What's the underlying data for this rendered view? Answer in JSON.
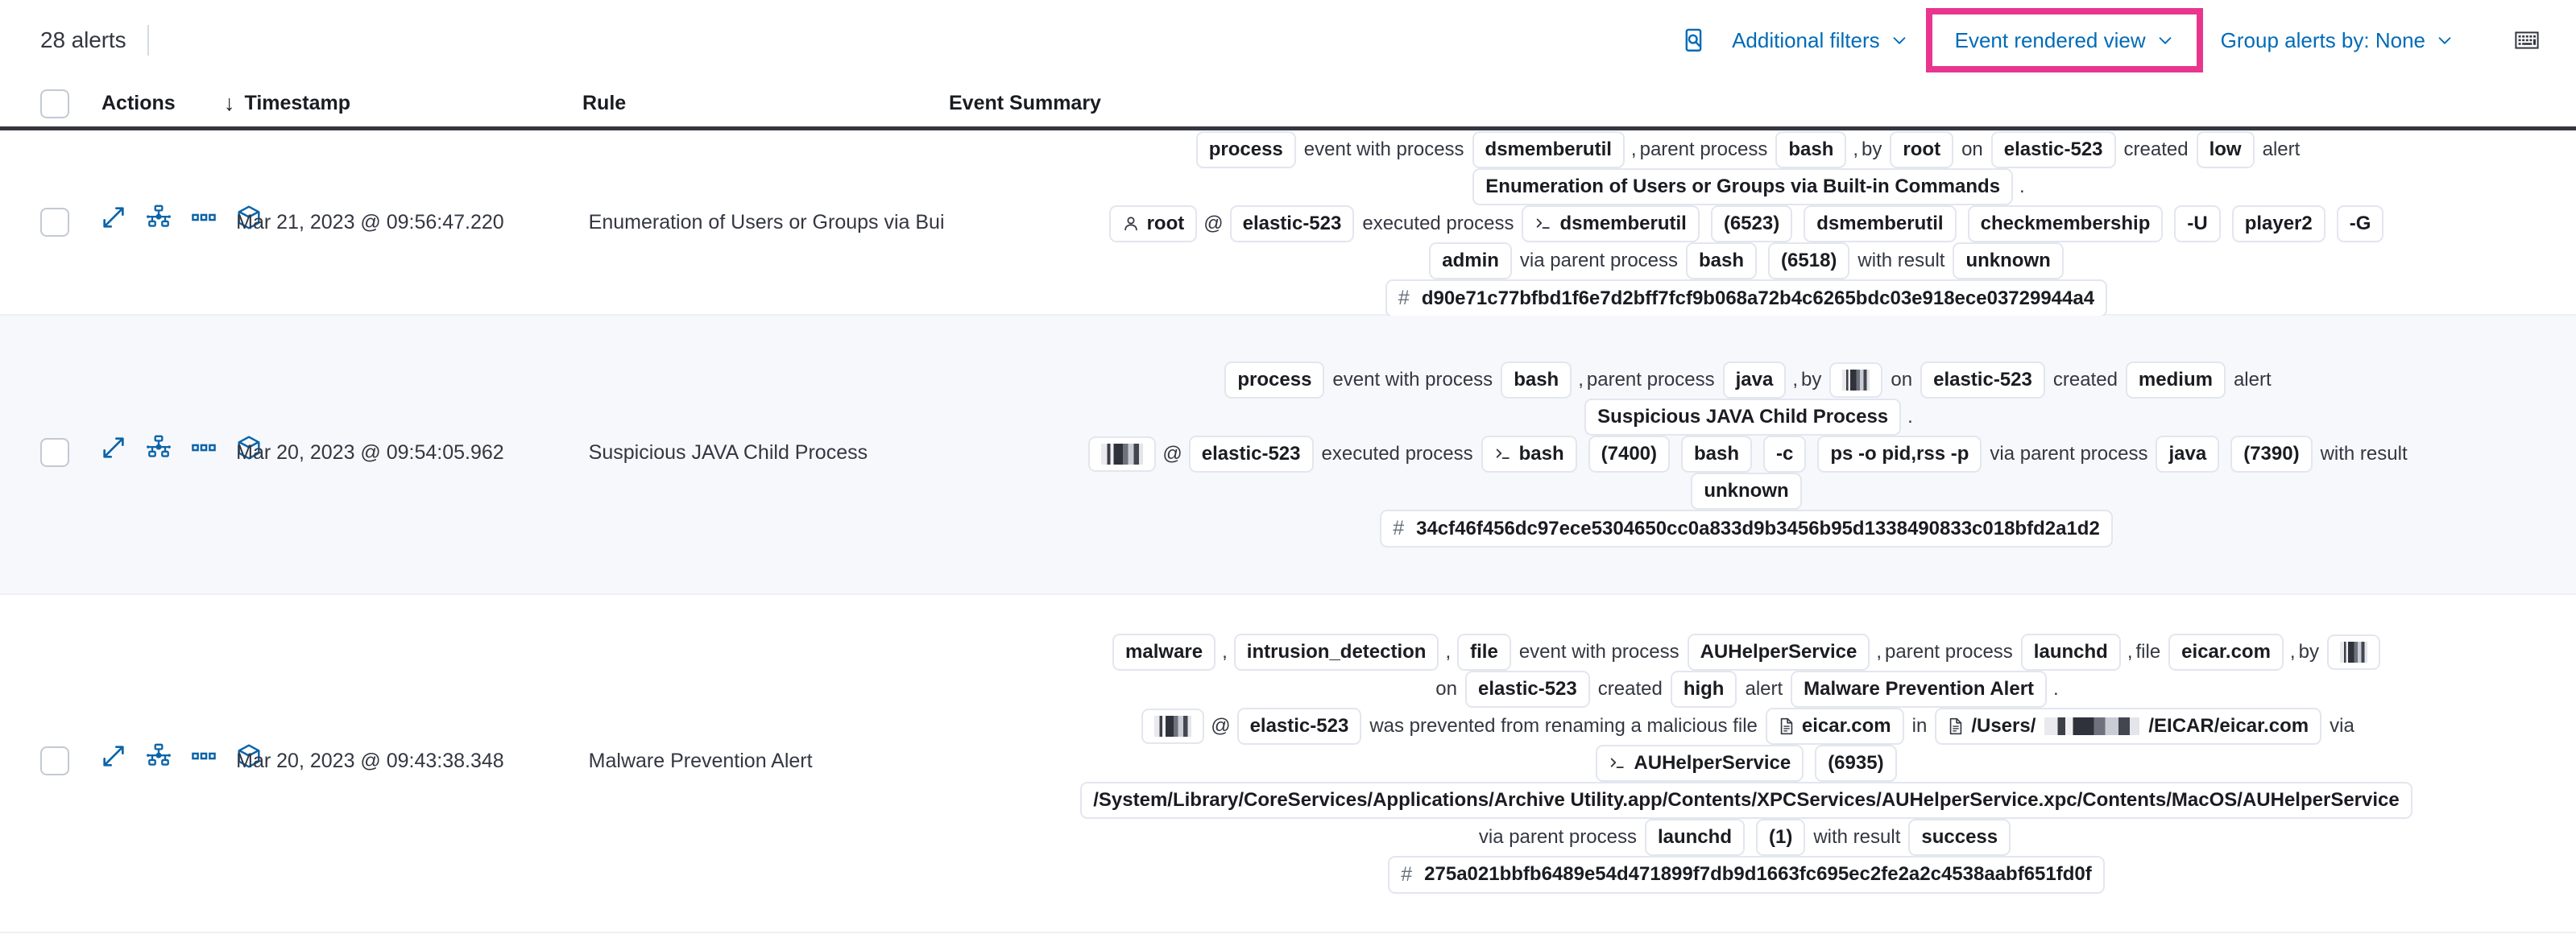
{
  "toolbar": {
    "alert_count": "28 alerts",
    "inspect_icon": "inspect-search-icon",
    "additional_filters": "Additional filters",
    "view_selector": "Event rendered view",
    "group_by": "Group alerts by: None",
    "keyboard_icon": "keyboard-icon",
    "chevron": "⌄",
    "highlight_color": "#e8368f",
    "link_color": "#006bb8"
  },
  "table": {
    "columns": {
      "actions": "Actions",
      "timestamp": "Timestamp",
      "sort_arrow": "↓",
      "rule": "Rule",
      "event_summary": "Event Summary"
    },
    "row_actions": [
      {
        "name": "expand-icon",
        "title": "Expand"
      },
      {
        "name": "analyze-event-icon",
        "title": "Analyze event"
      },
      {
        "name": "more-actions-icon",
        "title": "More actions"
      },
      {
        "name": "session-view-icon",
        "title": "Open session view"
      }
    ],
    "rows": [
      {
        "timestamp": "Mar 21, 2023 @ 09:56:47.220",
        "rule": "Enumeration of Users or Groups via Bui",
        "summary_lines": [
          [
            {
              "t": "tok",
              "v": "process"
            },
            {
              "t": "txt",
              "v": "event with process"
            },
            {
              "t": "tok",
              "v": "dsmemberutil"
            },
            {
              "t": "txt",
              "v": ","
            },
            {
              "t": "txt",
              "v": "parent process"
            },
            {
              "t": "tok",
              "v": "bash"
            },
            {
              "t": "txt",
              "v": ","
            },
            {
              "t": "txt",
              "v": "by"
            },
            {
              "t": "tok",
              "v": "root"
            },
            {
              "t": "txt",
              "v": "on"
            },
            {
              "t": "tok",
              "v": "elastic-523"
            },
            {
              "t": "txt",
              "v": "created"
            },
            {
              "t": "tok",
              "v": "low"
            },
            {
              "t": "txt",
              "v": "alert"
            }
          ],
          [
            {
              "t": "tok",
              "v": "Enumeration of Users or Groups via Built-in Commands"
            },
            {
              "t": "txt",
              "v": "."
            }
          ],
          [
            {
              "t": "tok",
              "v": "root",
              "icon": "user-icon"
            },
            {
              "t": "txt",
              "v": "@"
            },
            {
              "t": "tok",
              "v": "elastic-523"
            },
            {
              "t": "txt",
              "v": "executed process"
            },
            {
              "t": "tok",
              "v": "dsmemberutil",
              "icon": "console-icon"
            },
            {
              "t": "tok",
              "v": "(6523)"
            },
            {
              "t": "tok",
              "v": "dsmemberutil"
            },
            {
              "t": "tok",
              "v": "checkmembership"
            },
            {
              "t": "tok",
              "v": "-U"
            },
            {
              "t": "tok",
              "v": "player2"
            },
            {
              "t": "tok",
              "v": "-G"
            }
          ],
          [
            {
              "t": "tok",
              "v": "admin"
            },
            {
              "t": "txt",
              "v": "via parent process"
            },
            {
              "t": "tok",
              "v": "bash"
            },
            {
              "t": "tok",
              "v": "(6518)"
            },
            {
              "t": "txt",
              "v": "with result"
            },
            {
              "t": "tok",
              "v": "unknown"
            }
          ],
          [
            {
              "t": "tok",
              "v": "d90e71c77bfbd1f6e7d2bff7fcf9b068a72b4c6265bdc03e918ece03729944a4",
              "hash": true
            }
          ]
        ]
      },
      {
        "timestamp": "Mar 20, 2023 @ 09:54:05.962",
        "rule": "Suspicious JAVA Child Process",
        "summary_lines": [
          [
            {
              "t": "tok",
              "v": "process"
            },
            {
              "t": "txt",
              "v": "event with process"
            },
            {
              "t": "tok",
              "v": "bash"
            },
            {
              "t": "txt",
              "v": ","
            },
            {
              "t": "txt",
              "v": "parent process"
            },
            {
              "t": "tok",
              "v": "java"
            },
            {
              "t": "txt",
              "v": ","
            },
            {
              "t": "txt",
              "v": "by"
            },
            {
              "t": "tok",
              "v": "",
              "redact": "w1"
            },
            {
              "t": "txt",
              "v": "on"
            },
            {
              "t": "tok",
              "v": "elastic-523"
            },
            {
              "t": "txt",
              "v": "created"
            },
            {
              "t": "tok",
              "v": "medium"
            },
            {
              "t": "txt",
              "v": "alert"
            }
          ],
          [
            {
              "t": "tok",
              "v": "Suspicious JAVA Child Process"
            },
            {
              "t": "txt",
              "v": "."
            }
          ],
          [
            {
              "t": "tok",
              "v": "",
              "redact": "w2"
            },
            {
              "t": "txt",
              "v": "@"
            },
            {
              "t": "tok",
              "v": "elastic-523"
            },
            {
              "t": "txt",
              "v": "executed process"
            },
            {
              "t": "tok",
              "v": "bash",
              "icon": "console-icon"
            },
            {
              "t": "tok",
              "v": "(7400)"
            },
            {
              "t": "tok",
              "v": "bash"
            },
            {
              "t": "tok",
              "v": "-c"
            },
            {
              "t": "tok",
              "v": "ps -o pid,rss -p"
            },
            {
              "t": "txt",
              "v": "via parent process"
            },
            {
              "t": "tok",
              "v": "java"
            },
            {
              "t": "tok",
              "v": "(7390)"
            },
            {
              "t": "txt",
              "v": "with result"
            }
          ],
          [
            {
              "t": "tok",
              "v": "unknown"
            }
          ],
          [
            {
              "t": "tok",
              "v": "34cf46f456dc97ece5304650cc0a833d9b3456b95d1338490833c018bfd2a1d2",
              "hash": true
            }
          ]
        ]
      },
      {
        "timestamp": "Mar 20, 2023 @ 09:43:38.348",
        "rule": "Malware Prevention Alert",
        "summary_lines": [
          [
            {
              "t": "tok",
              "v": "malware"
            },
            {
              "t": "txt",
              "v": ","
            },
            {
              "t": "tok",
              "v": "intrusion_detection"
            },
            {
              "t": "txt",
              "v": ","
            },
            {
              "t": "tok",
              "v": "file"
            },
            {
              "t": "txt",
              "v": "event with process"
            },
            {
              "t": "tok",
              "v": "AUHelperService"
            },
            {
              "t": "txt",
              "v": ","
            },
            {
              "t": "txt",
              "v": "parent process"
            },
            {
              "t": "tok",
              "v": "launchd"
            },
            {
              "t": "txt",
              "v": ","
            },
            {
              "t": "txt",
              "v": "file"
            },
            {
              "t": "tok",
              "v": "eicar.com"
            },
            {
              "t": "txt",
              "v": ","
            },
            {
              "t": "txt",
              "v": "by"
            },
            {
              "t": "tok",
              "v": "",
              "redact": "w1"
            }
          ],
          [
            {
              "t": "txt",
              "v": "on"
            },
            {
              "t": "tok",
              "v": "elastic-523"
            },
            {
              "t": "txt",
              "v": "created"
            },
            {
              "t": "tok",
              "v": "high"
            },
            {
              "t": "txt",
              "v": "alert"
            },
            {
              "t": "tok",
              "v": "Malware Prevention Alert"
            },
            {
              "t": "txt",
              "v": "."
            }
          ],
          [
            {
              "t": "tok",
              "v": "",
              "redact": "w3"
            },
            {
              "t": "txt",
              "v": "@"
            },
            {
              "t": "tok",
              "v": "elastic-523"
            },
            {
              "t": "txt",
              "v": "was prevented from renaming a malicious file"
            },
            {
              "t": "tok",
              "v": "eicar.com",
              "icon": "file-icon"
            },
            {
              "t": "txt",
              "v": "in"
            },
            {
              "t": "tok",
              "v": "/Users/",
              "icon": "file-icon",
              "suffix": "/EICAR/eicar.com",
              "redact_mid": true
            },
            {
              "t": "txt",
              "v": "via"
            }
          ],
          [
            {
              "t": "tok",
              "v": "AUHelperService",
              "icon": "console-icon"
            },
            {
              "t": "tok",
              "v": "(6935)"
            }
          ],
          [
            {
              "t": "tok",
              "v": "/System/Library/CoreServices/Applications/Archive Utility.app/Contents/XPCServices/AUHelperService.xpc/Contents/MacOS/AUHelperService"
            }
          ],
          [
            {
              "t": "txt",
              "v": "via parent process"
            },
            {
              "t": "tok",
              "v": "launchd"
            },
            {
              "t": "tok",
              "v": "(1)"
            },
            {
              "t": "txt",
              "v": "with result"
            },
            {
              "t": "tok",
              "v": "success"
            }
          ],
          [
            {
              "t": "tok",
              "v": "275a021bbfb6489e54d471899f7db9d1663fc695ec2fe2a2c4538aabf651fd0f",
              "hash": true
            }
          ]
        ]
      }
    ]
  }
}
